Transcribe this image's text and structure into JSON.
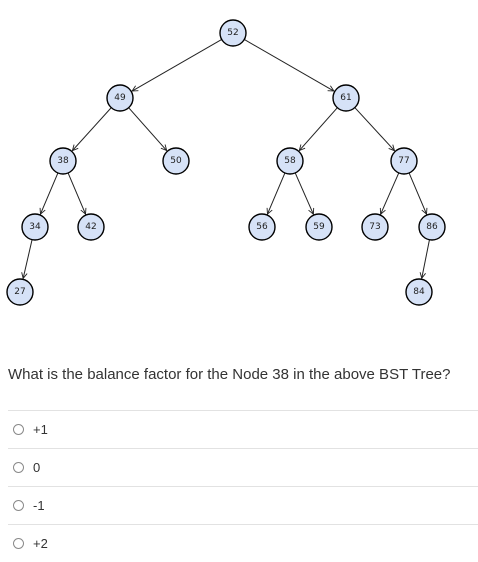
{
  "tree": {
    "nodes": [
      "52",
      "49",
      "61",
      "38",
      "50",
      "58",
      "77",
      "34",
      "42",
      "56",
      "59",
      "73",
      "86",
      "27",
      "84"
    ]
  },
  "question": {
    "text": "What is the balance factor for the Node 38 in the above BST Tree?"
  },
  "options": [
    {
      "label": "+1",
      "selected": false
    },
    {
      "label": "0",
      "selected": false
    },
    {
      "label": "-1",
      "selected": false
    },
    {
      "label": "+2",
      "selected": false
    }
  ]
}
